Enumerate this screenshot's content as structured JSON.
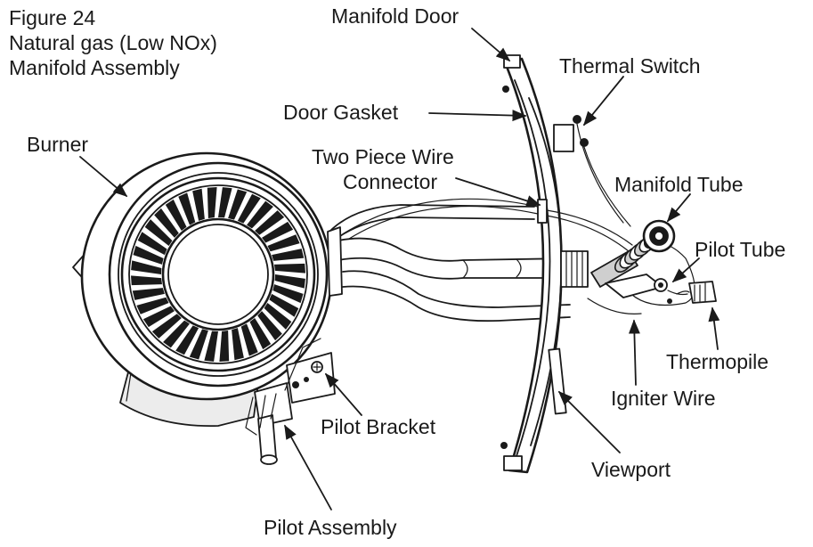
{
  "figure": {
    "number": "Figure 24",
    "title_line1": "Natural gas (Low NOx)",
    "title_line2": "Manifold Assembly"
  },
  "labels": {
    "manifold_door": "Manifold Door",
    "thermal_switch": "Thermal Switch",
    "door_gasket": "Door Gasket",
    "burner": "Burner",
    "two_piece_wire_line1": "Two Piece Wire",
    "two_piece_wire_line2": "Connector",
    "manifold_tube": "Manifold Tube",
    "pilot_tube": "Pilot Tube",
    "thermopile": "Thermopile",
    "igniter_wire": "Igniter Wire",
    "pilot_bracket": "Pilot Bracket",
    "viewport": "Viewport",
    "pilot_assembly": "Pilot Assembly"
  },
  "colors": {
    "ink": "#1a1a1a",
    "background": "#ffffff"
  }
}
